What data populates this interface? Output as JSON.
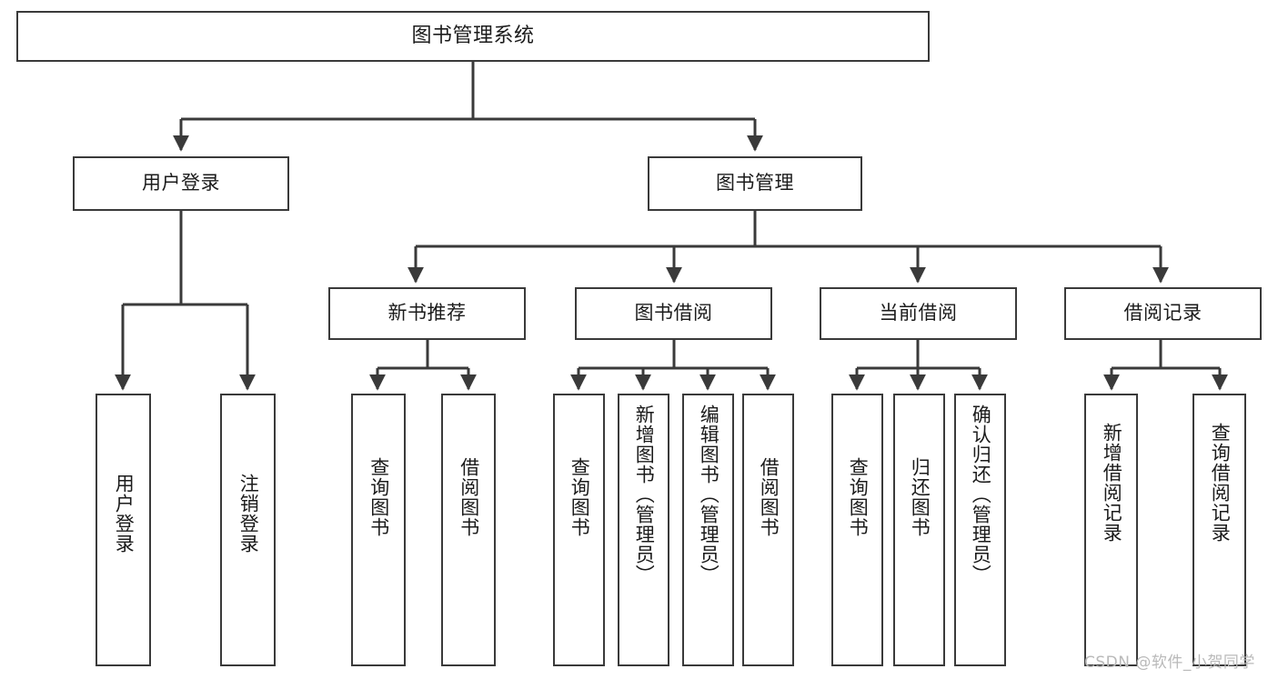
{
  "diagram": {
    "title_node": {
      "label": "图书管理系统"
    },
    "level2": [
      {
        "id": "user-login",
        "label": "用户登录"
      },
      {
        "id": "book-management",
        "label": "图书管理"
      }
    ],
    "level3": [
      {
        "id": "new-book-recommend",
        "label": "新书推荐"
      },
      {
        "id": "book-borrow",
        "label": "图书借阅"
      },
      {
        "id": "current-borrow",
        "label": "当前借阅"
      },
      {
        "id": "borrow-record",
        "label": "借阅记录"
      }
    ],
    "leaves": {
      "user_login": [
        {
          "id": "leaf-user-login",
          "label": "用户登录"
        },
        {
          "id": "leaf-logout-login",
          "label": "注销登录"
        }
      ],
      "new_book_recommend": [
        {
          "id": "leaf-query-book-1",
          "label": "查询图书"
        },
        {
          "id": "leaf-borrow-book-1",
          "label": "借阅图书"
        }
      ],
      "book_borrow": [
        {
          "id": "leaf-query-book-2",
          "label": "查询图书"
        },
        {
          "id": "leaf-add-book",
          "label": "新增图书（管理员）"
        },
        {
          "id": "leaf-edit-book",
          "label": "编辑图书（管理员）"
        },
        {
          "id": "leaf-borrow-book-2",
          "label": "借阅图书"
        }
      ],
      "current_borrow": [
        {
          "id": "leaf-query-book-3",
          "label": "查询图书"
        },
        {
          "id": "leaf-return-book",
          "label": "归还图书"
        },
        {
          "id": "leaf-confirm-return",
          "label": "确认归还（管理员）"
        }
      ],
      "borrow_record": [
        {
          "id": "leaf-add-record",
          "label": "新增借阅记录"
        },
        {
          "id": "leaf-query-record",
          "label": "查询借阅记录"
        }
      ]
    }
  },
  "watermark": {
    "text": "CSDN @软件_小贺同学"
  },
  "colors": {
    "stroke": "#3a3a3a",
    "box_fill": "#ffffff",
    "text": "#1b1b1b",
    "watermark": "#b9b9b9",
    "background": "#ffffff"
  }
}
